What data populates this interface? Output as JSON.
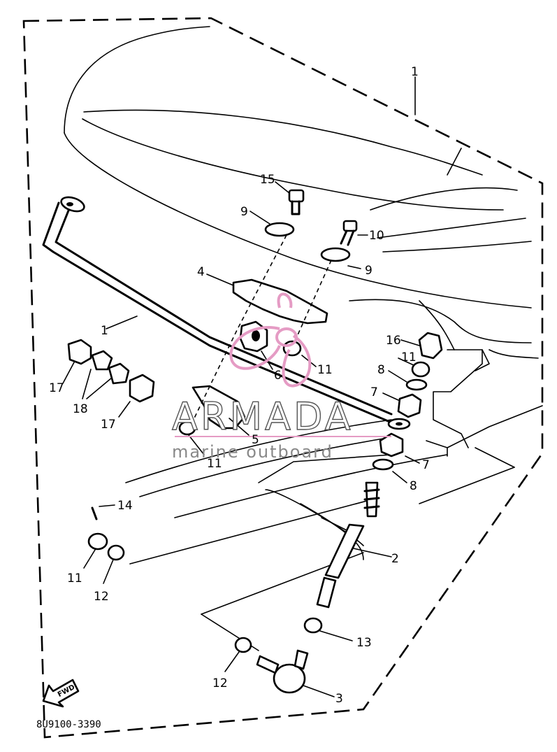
{
  "diagram": {
    "callouts": [
      {
        "id": "c1-top",
        "text": "1"
      },
      {
        "id": "c1-rod",
        "text": "1"
      },
      {
        "id": "c2",
        "text": "2"
      },
      {
        "id": "c3",
        "text": "3"
      },
      {
        "id": "c4",
        "text": "4"
      },
      {
        "id": "c5",
        "text": "5"
      },
      {
        "id": "c6",
        "text": "6"
      },
      {
        "id": "c7a",
        "text": "7"
      },
      {
        "id": "c7b",
        "text": "7"
      },
      {
        "id": "c8a",
        "text": "8"
      },
      {
        "id": "c8b",
        "text": "8"
      },
      {
        "id": "c9a",
        "text": "9"
      },
      {
        "id": "c9b",
        "text": "9"
      },
      {
        "id": "c10",
        "text": "10"
      },
      {
        "id": "c11a",
        "text": "11"
      },
      {
        "id": "c11b",
        "text": "11"
      },
      {
        "id": "c11c",
        "text": "11"
      },
      {
        "id": "c11d",
        "text": "11"
      },
      {
        "id": "c12a",
        "text": "12"
      },
      {
        "id": "c12b",
        "text": "12"
      },
      {
        "id": "c13",
        "text": "13"
      },
      {
        "id": "c14",
        "text": "14"
      },
      {
        "id": "c15",
        "text": "15"
      },
      {
        "id": "c16",
        "text": "16"
      },
      {
        "id": "c17a",
        "text": "17"
      },
      {
        "id": "c17b",
        "text": "17"
      },
      {
        "id": "c18",
        "text": "18"
      }
    ],
    "drawing_code": "8U9100-3390",
    "fwd_label": "FWD"
  },
  "watermark": {
    "title": "ARMADA",
    "subtitle": "marine outboard",
    "accent_color": "#e59bc4"
  }
}
